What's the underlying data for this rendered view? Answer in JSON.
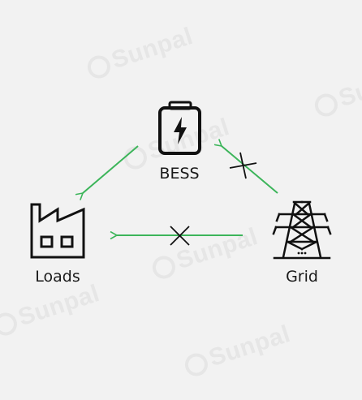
{
  "diagram": {
    "nodes": {
      "bess": {
        "label": "BESS",
        "icon": "battery-icon"
      },
      "loads": {
        "label": "Loads",
        "icon": "factory-icon"
      },
      "grid": {
        "label": "Grid",
        "icon": "transmission-tower-icon"
      }
    },
    "flows": [
      {
        "from": "BESS",
        "to": "Loads",
        "blocked": false
      },
      {
        "from": "Grid",
        "to": "Loads",
        "blocked": true
      },
      {
        "from": "Grid",
        "to": "BESS",
        "blocked": true
      }
    ],
    "colors": {
      "arrow": "#3cb55a",
      "icon": "#111111",
      "cross": "#111111",
      "background": "#f2f2f2",
      "watermark": "#e6e6e6"
    }
  },
  "watermark": {
    "text": "Sunpal"
  }
}
